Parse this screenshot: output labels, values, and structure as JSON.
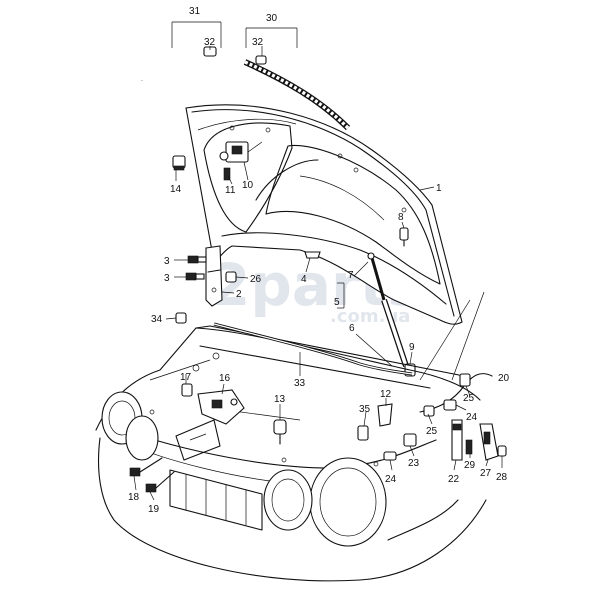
{
  "watermark": {
    "brand": "2parts",
    "domain": ".com.ua"
  },
  "labels": {
    "l1": "1",
    "l3a": "3",
    "l3b": "3",
    "l4": "4",
    "l5": "5",
    "l6": "6",
    "l7": "7",
    "l8": "8",
    "l9": "9",
    "l10": "10",
    "l11": "11",
    "l12": "12",
    "l13": "13",
    "l14": "14",
    "l16": "16",
    "l17": "17",
    "l18": "18",
    "l19": "19",
    "l20": "20",
    "l22": "22",
    "l23": "23",
    "l24a": "24",
    "l24b": "24",
    "l25a": "25",
    "l25b": "25",
    "l26": "26",
    "l27": "27",
    "l28": "28",
    "l29": "29",
    "l30": "30",
    "l31": "31",
    "l32a": "32",
    "l32b": "32",
    "l33": "33",
    "l34": "34",
    "l35": "35",
    "l2": "2"
  }
}
